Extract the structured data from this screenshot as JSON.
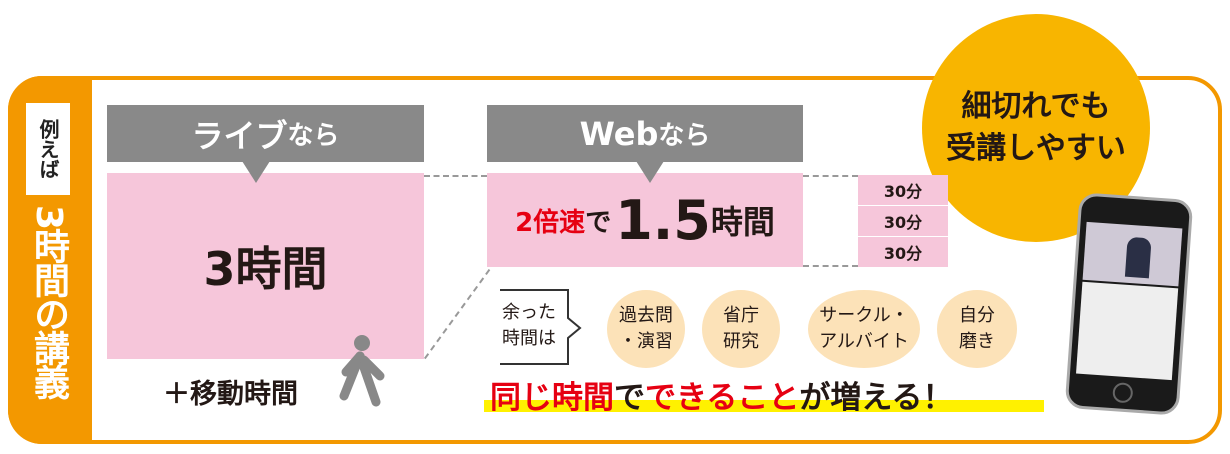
{
  "side": {
    "tag": "例えば",
    "title": "3時間の講義"
  },
  "live": {
    "header_main": "ライブ",
    "header_suffix": "なら",
    "duration": "3時間",
    "extra": "＋移動時間"
  },
  "web": {
    "header_main": "Web",
    "header_suffix": "なら",
    "speed": "2倍速",
    "de": "で",
    "duration_num": "1.5",
    "duration_unit": "時間",
    "segments": [
      "30分",
      "30分",
      "30分"
    ]
  },
  "badge": {
    "line1": "細切れでも",
    "line2": "受講しやすい"
  },
  "spare": {
    "label_line1": "余った",
    "label_line2": "時間は",
    "items": [
      {
        "l1": "過去問",
        "l2": "・演習"
      },
      {
        "l1": "省庁",
        "l2": "研究"
      },
      {
        "l1": "サークル・",
        "l2": "アルバイト"
      },
      {
        "l1": "自分",
        "l2": "磨き"
      }
    ]
  },
  "tagline": {
    "p1": "同じ時間",
    "p2": "で",
    "p3": "できること",
    "p4": "が増える！"
  },
  "colors": {
    "orange": "#F39800",
    "pink": "#F6C6DA",
    "gray": "#898989",
    "yellow": "#F8B500",
    "red": "#E60012"
  }
}
